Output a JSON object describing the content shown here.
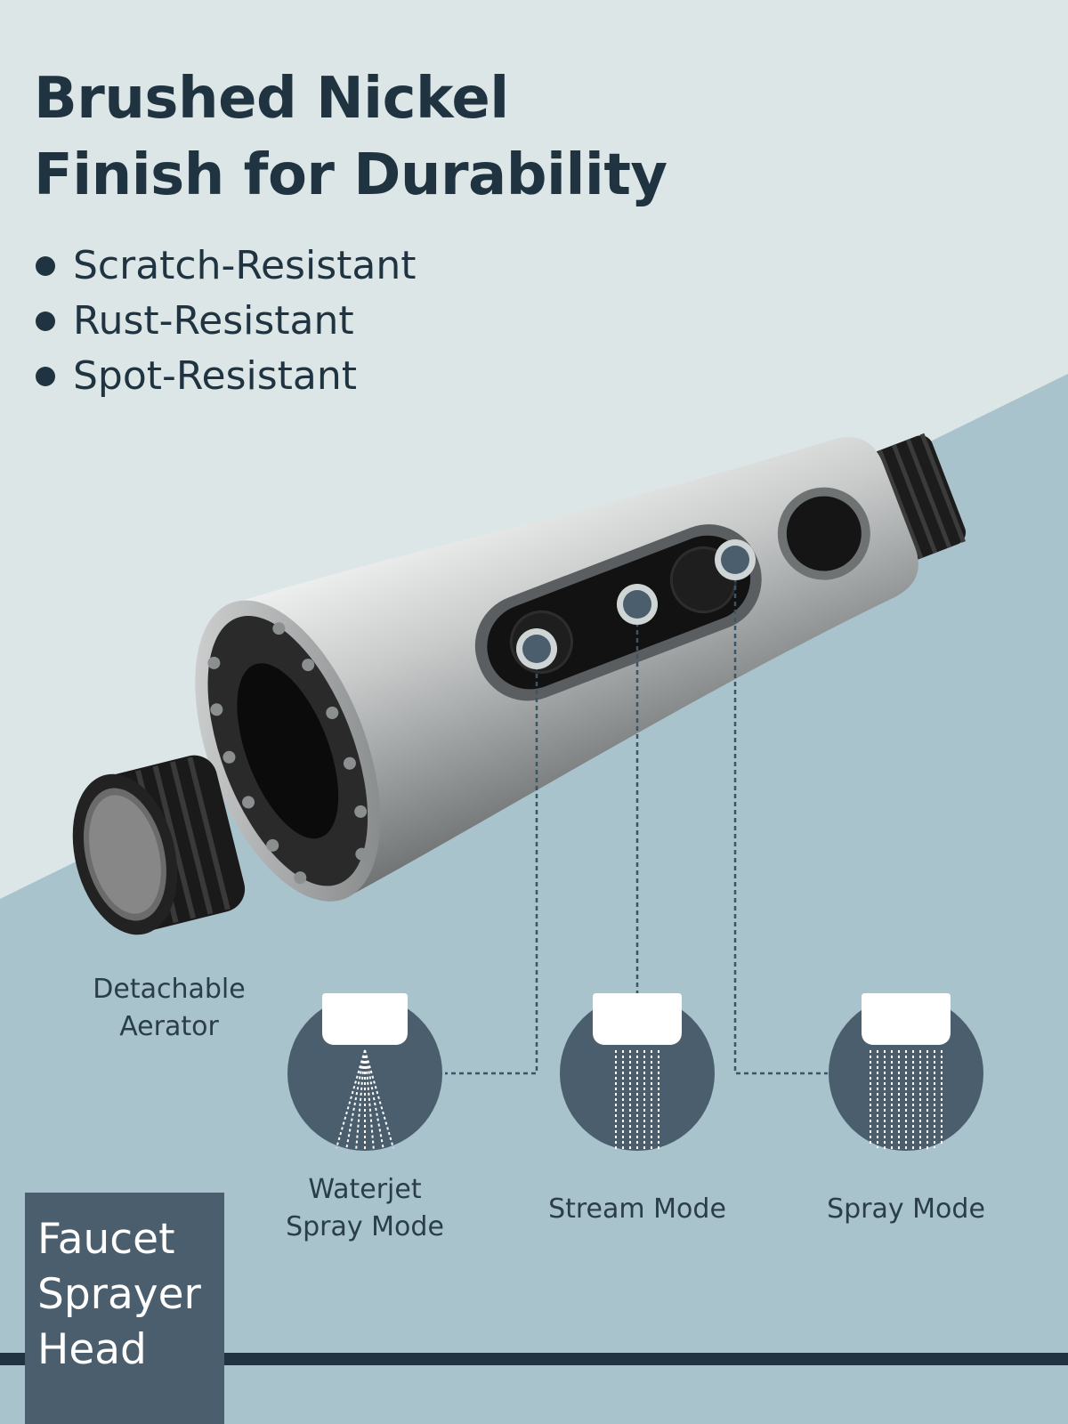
{
  "headline": [
    "Brushed Nickel",
    "Finish for Durability"
  ],
  "features": [
    "Scratch-Resistant",
    "Rust-Resistant",
    "Spot-Resistant"
  ],
  "labels": {
    "aerator": [
      "Detachable",
      "Aerator"
    ],
    "waterjet": [
      "Waterjet",
      "Spray Mode"
    ],
    "stream": "Stream Mode",
    "spray": "Spray Mode"
  },
  "product_name": [
    "Faucet",
    "Sprayer",
    "Head"
  ],
  "colors": {
    "background_top": "#dde6e7",
    "background_bottom": "#a9c3cc",
    "text_dark": "#1f3340",
    "mode_circle": "#4a5e6d",
    "bottom_bar": "#1f3340"
  },
  "icons": [
    "sprayer-head-image",
    "aerator-image",
    "waterjet-spray-icon",
    "stream-mode-icon",
    "spray-mode-icon"
  ]
}
